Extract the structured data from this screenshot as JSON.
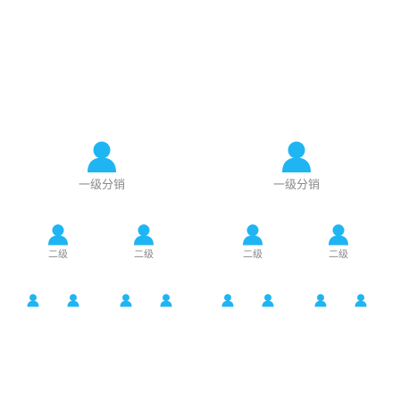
{
  "colors": {
    "icon": "#1fb5f2",
    "label": "#8a8a8a",
    "background": "#ffffff"
  },
  "icon_name": "user-icon",
  "tiers": {
    "level_1": [
      {
        "label": "一级分销"
      },
      {
        "label": "一级分销"
      }
    ],
    "level_2": [
      {
        "label": "二级"
      },
      {
        "label": "二级"
      },
      {
        "label": "二级"
      },
      {
        "label": "二级"
      }
    ],
    "level_3_count": 8
  }
}
